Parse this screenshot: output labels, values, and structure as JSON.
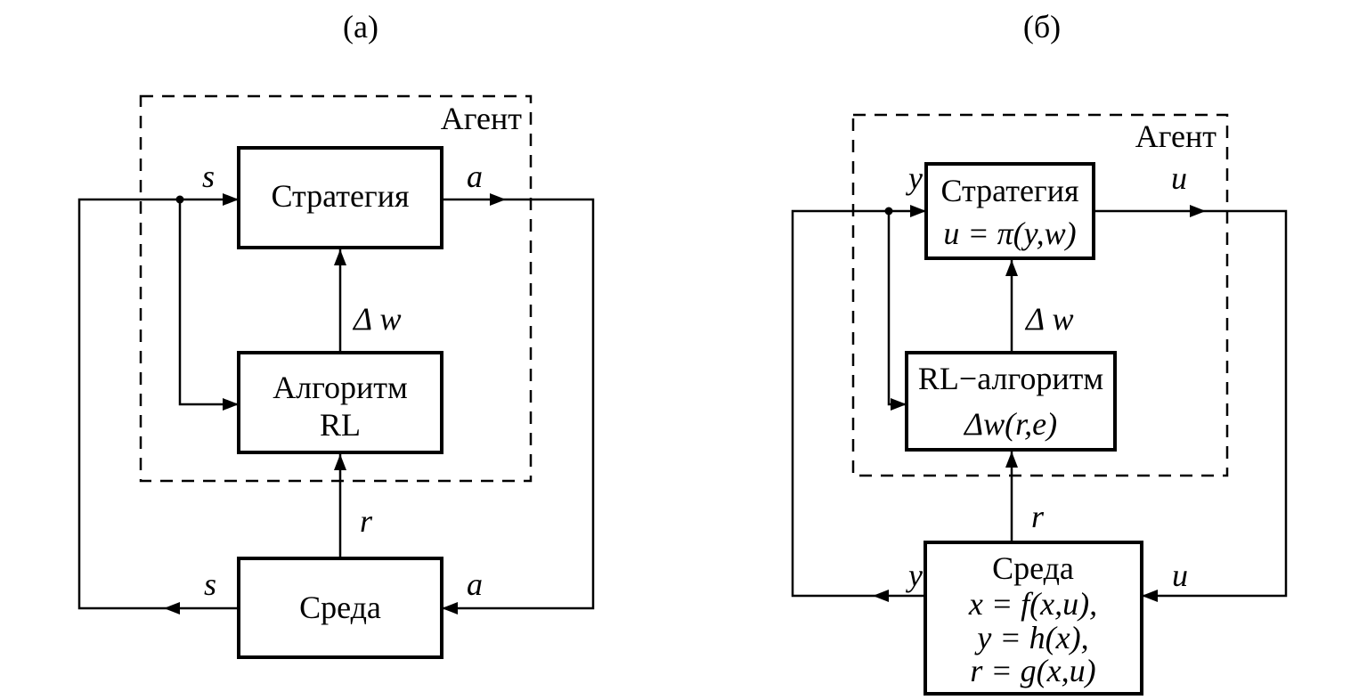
{
  "figure": {
    "panels": [
      {
        "caption": "(а)",
        "agent_label": "Агент",
        "blocks": {
          "policy": {
            "lines": [
              "Стратегия"
            ]
          },
          "algorithm": {
            "lines": [
              "Алгоритм",
              "RL"
            ]
          },
          "environment": {
            "lines": [
              "Среда"
            ]
          }
        },
        "signals": {
          "state_in": "s",
          "action_out": "a",
          "weight_update": "Δ w",
          "reward": "r",
          "env_state_out": "s",
          "env_action_in": "a"
        }
      },
      {
        "caption": "(б)",
        "agent_label": "Агент",
        "blocks": {
          "policy": {
            "lines": [
              "Стратегия",
              "u = π(y,w)"
            ]
          },
          "algorithm": {
            "lines": [
              "RL−алгоритм",
              "Δw(r,e)"
            ]
          },
          "environment": {
            "lines": [
              "Среда",
              "x = f(x,u),",
              "y = h(x),",
              "r = g(x,u)"
            ]
          }
        },
        "signals": {
          "state_in": "y",
          "action_out": "u",
          "weight_update": "Δ w",
          "reward": "r",
          "env_state_out": "y",
          "env_action_in": "u"
        }
      }
    ]
  }
}
